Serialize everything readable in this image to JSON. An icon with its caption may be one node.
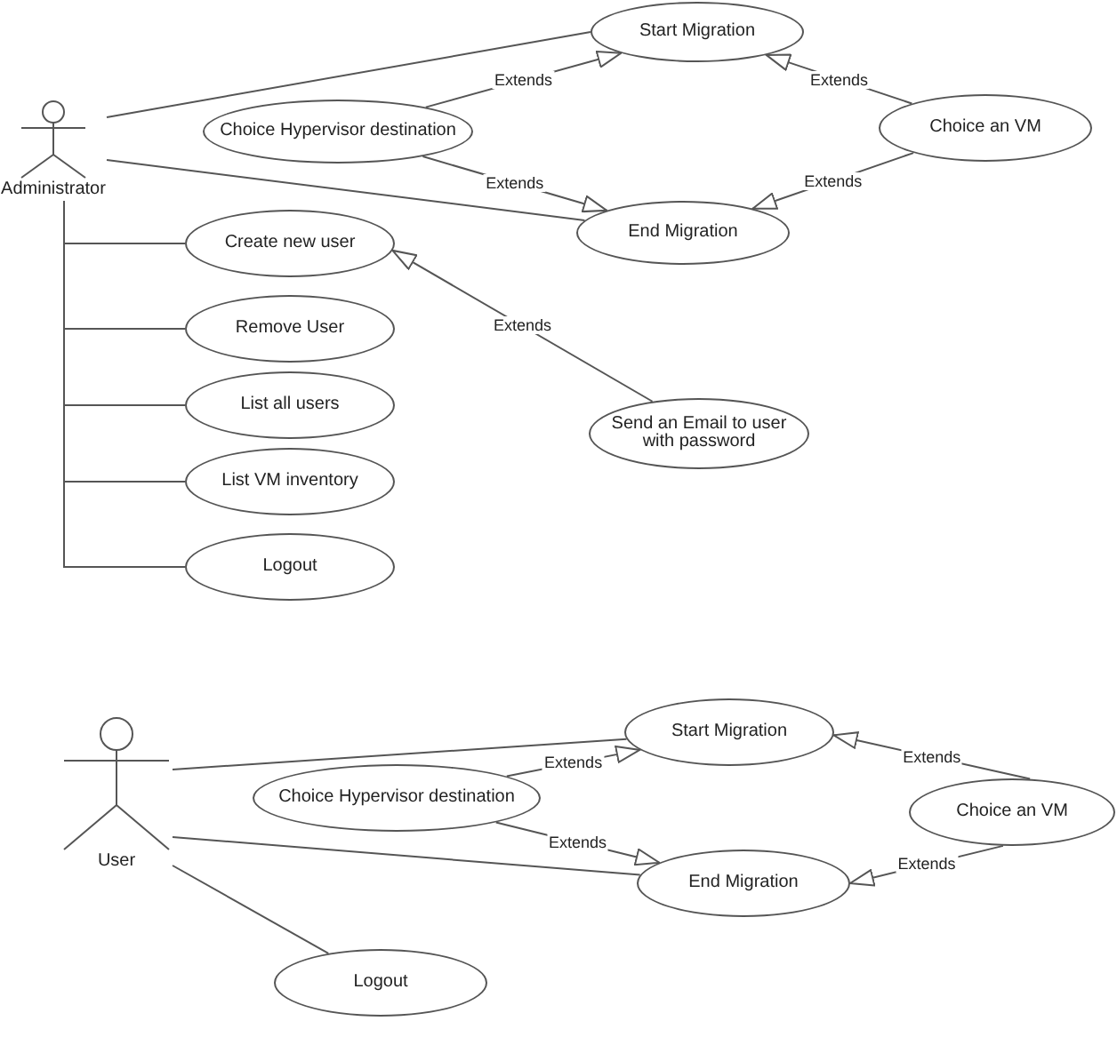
{
  "diagram": {
    "nodes": [
      {
        "text": [],
        "shape": "person",
        "beside": [
          "Administrator"
        ]
      },
      {
        "text": [
          "Start Migration"
        ]
      },
      {
        "text": [
          "Choice Hypervisor destination"
        ]
      },
      {
        "text": [
          "Choice an VM"
        ]
      },
      {
        "text": [
          "End Migration"
        ]
      },
      {
        "text": [
          "Create new user"
        ]
      },
      {
        "text": [
          "Remove User"
        ]
      },
      {
        "text": [
          "List all users"
        ]
      },
      {
        "text": [
          "Send an Email to user with password"
        ]
      },
      {
        "text": [
          "List VM inventory"
        ]
      },
      {
        "text": [
          "Logout"
        ]
      },
      {
        "text": [],
        "shape": "person",
        "beside": [
          "User"
        ]
      },
      {
        "text": [
          "Start Migration"
        ]
      },
      {
        "text": [
          "Choice Hypervisor destination"
        ]
      },
      {
        "text": [
          "Choice an VM"
        ]
      },
      {
        "text": [
          "End Migration"
        ]
      },
      {
        "text": [
          "Logout"
        ]
      }
    ],
    "edges": [
      {
        "from": 0,
        "to": 1,
        "arrow": "none"
      },
      {
        "from": 0,
        "to": 4,
        "arrow": "none"
      },
      {
        "from": 0,
        "to": 5,
        "arrow": "none"
      },
      {
        "from": 0,
        "to": 6,
        "arrow": "none"
      },
      {
        "from": 0,
        "to": 7,
        "arrow": "none"
      },
      {
        "from": 0,
        "to": 9,
        "arrow": "none"
      },
      {
        "from": 0,
        "to": 10,
        "arrow": "none"
      },
      {
        "from": 2,
        "to": 1,
        "arrow": "to",
        "label": "Extends"
      },
      {
        "from": 2,
        "to": 4,
        "arrow": "to",
        "label": "Extends"
      },
      {
        "from": 3,
        "to": 1,
        "arrow": "to",
        "label": "Extends"
      },
      {
        "from": 3,
        "to": 4,
        "arrow": "to",
        "label": "Extends"
      },
      {
        "from": 8,
        "to": 5,
        "arrow": "to",
        "label": "Extends"
      },
      {
        "from": 11,
        "to": 12,
        "arrow": "none"
      },
      {
        "from": 11,
        "to": 15,
        "arrow": "none"
      },
      {
        "from": 11,
        "to": 16,
        "arrow": "none"
      },
      {
        "from": 13,
        "to": 12,
        "arrow": "to",
        "label": "Extends"
      },
      {
        "from": 13,
        "to": 15,
        "arrow": "to",
        "label": "Extends"
      },
      {
        "from": 14,
        "to": 12,
        "arrow": "to",
        "label": "Extends"
      },
      {
        "from": 14,
        "to": 15,
        "arrow": "to",
        "label": "Extends"
      }
    ]
  }
}
